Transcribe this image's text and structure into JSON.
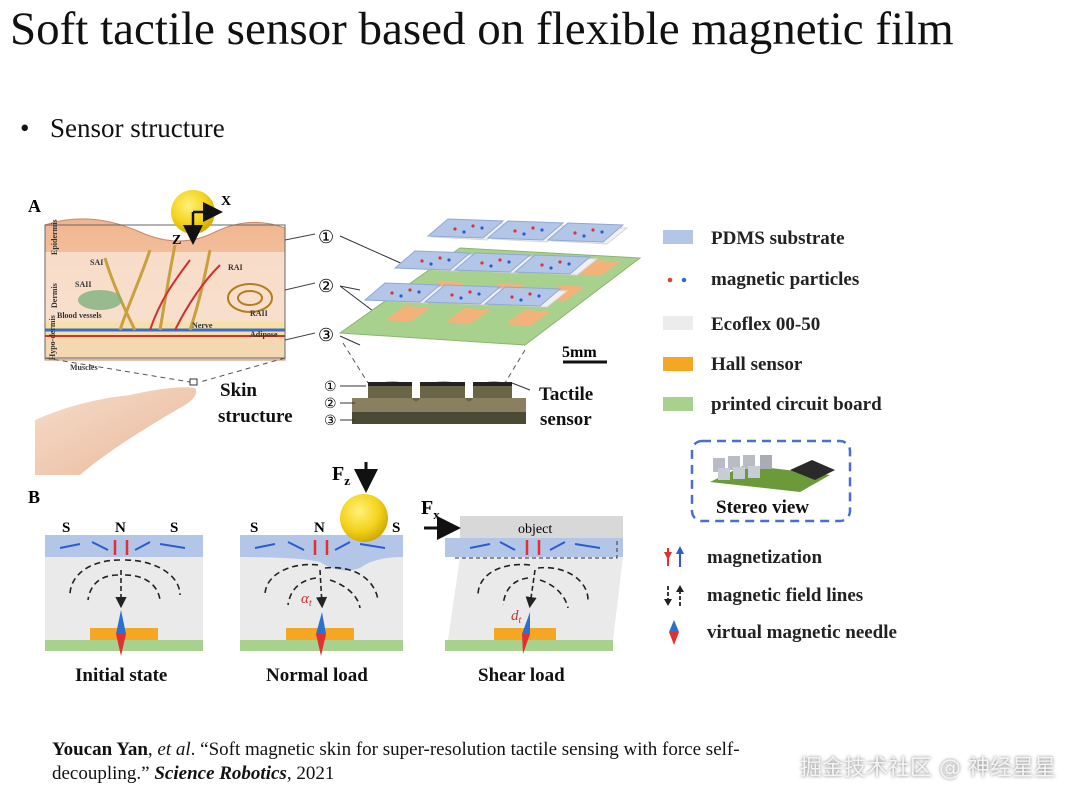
{
  "slide": {
    "title": "Soft tactile sensor based on flexible magnetic film",
    "bullet": "Sensor structure",
    "bullet_marker": "•"
  },
  "panel_a": {
    "label": "A",
    "axis_x": "X",
    "axis_z": "Z",
    "skin_layers": [
      "Epidermis",
      "Dermis",
      "Hypo-dermis",
      "Muscles"
    ],
    "receptors": [
      "SAI",
      "SAII",
      "RAI",
      "RAII",
      "Blood vessels",
      "Nerve",
      "Adipose"
    ],
    "skin_caption_1": "Skin",
    "skin_caption_2": "structure",
    "tactile_caption_1": "Tactile",
    "tactile_caption_2": "sensor",
    "markers": [
      "①",
      "②",
      "③"
    ],
    "scale": "5mm"
  },
  "legend": {
    "items": [
      {
        "label": "PDMS substrate",
        "color": "#b4c6e7"
      },
      {
        "label": "magnetic particles",
        "color": "#e04030"
      },
      {
        "label": "Ecoflex 00-50",
        "color": "#ececec"
      },
      {
        "label": "Hall sensor",
        "color": "#f5a623"
      },
      {
        "label": "printed circuit board",
        "color": "#a9d18e"
      }
    ],
    "stereo_label": "Stereo view"
  },
  "panel_b": {
    "label": "B",
    "poles": {
      "s": "S",
      "n": "N"
    },
    "fz": "F",
    "fz_sub": "z",
    "fx": "F",
    "fx_sub": "x",
    "object": "object",
    "alpha": "α",
    "alpha_sub": "t",
    "d": "d",
    "d_sub": "t",
    "states": [
      "Initial state",
      "Normal load",
      "Shear load"
    ],
    "legend": [
      "magnetization",
      "magnetic field lines",
      "virtual magnetic needle"
    ]
  },
  "citation": {
    "author": "Youcan Yan",
    "etal": "et al",
    "title": ". “Soft magnetic skin for super-resolution tactile sensing with force self-decoupling.” ",
    "journal": "Science Robotics",
    "year": ", 2021"
  },
  "watermark": "掘金技术社区 @ 神经星星"
}
